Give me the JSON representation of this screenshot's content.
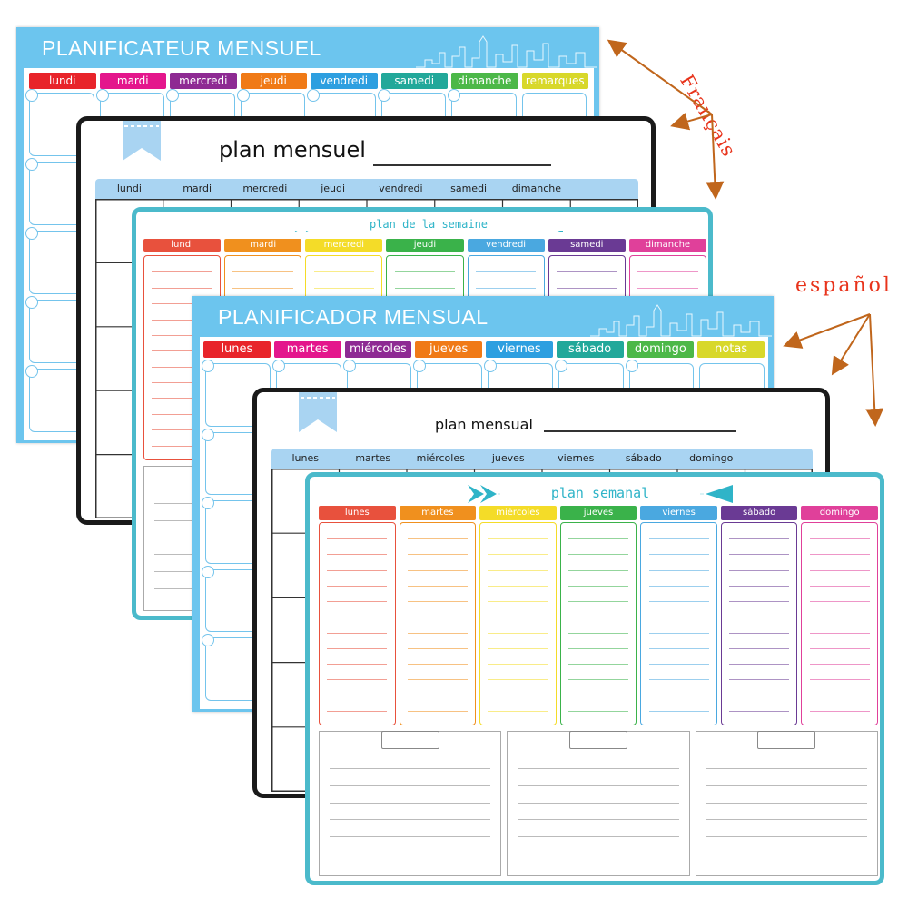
{
  "french": {
    "annotation": "Français",
    "monthly_title": "PLANIFICATEUR MENSUEL",
    "monthly_days": [
      {
        "label": "lundi",
        "color": "#e8242a"
      },
      {
        "label": "mardi",
        "color": "#e4168c"
      },
      {
        "label": "mercredi",
        "color": "#8e2a93"
      },
      {
        "label": "jeudi",
        "color": "#f07a16"
      },
      {
        "label": "vendredi",
        "color": "#2d9fe0"
      },
      {
        "label": "samedi",
        "color": "#22a89a"
      },
      {
        "label": "dimanche",
        "color": "#4cb848"
      },
      {
        "label": "remarques",
        "color": "#d8d82a"
      }
    ],
    "plan_title": "plan mensuel",
    "plan_days": [
      "lundi",
      "mardi",
      "mercredi",
      "jeudi",
      "vendredi",
      "samedi",
      "dimanche"
    ],
    "week_title": "plan de la semaine",
    "week_days": [
      {
        "label": "lundi",
        "color": "#e8513d"
      },
      {
        "label": "mardi",
        "color": "#f0901e"
      },
      {
        "label": "mercredi",
        "color": "#f4dc28"
      },
      {
        "label": "jeudi",
        "color": "#3ab24a"
      },
      {
        "label": "vendredi",
        "color": "#4aa8e0"
      },
      {
        "label": "samedi",
        "color": "#6a3a94"
      },
      {
        "label": "dimanche",
        "color": "#e0409a"
      }
    ]
  },
  "spanish": {
    "annotation": "español",
    "monthly_title": "PLANIFICADOR MENSUAL",
    "monthly_days": [
      {
        "label": "lunes",
        "color": "#e8242a"
      },
      {
        "label": "martes",
        "color": "#e4168c"
      },
      {
        "label": "miércoles",
        "color": "#8e2a93"
      },
      {
        "label": "jueves",
        "color": "#f07a16"
      },
      {
        "label": "viernes",
        "color": "#2d9fe0"
      },
      {
        "label": "sábado",
        "color": "#22a89a"
      },
      {
        "label": "domingo",
        "color": "#4cb848"
      },
      {
        "label": "notas",
        "color": "#d8d82a"
      }
    ],
    "plan_title": "plan mensual",
    "plan_days": [
      "lunes",
      "martes",
      "miércoles",
      "jueves",
      "viernes",
      "sábado",
      "domingo"
    ],
    "week_title": "plan semanal",
    "week_days": [
      {
        "label": "lunes",
        "color": "#e8513d"
      },
      {
        "label": "martes",
        "color": "#f0901e"
      },
      {
        "label": "miércoles",
        "color": "#f4dc28"
      },
      {
        "label": "jueves",
        "color": "#3ab24a"
      },
      {
        "label": "viernes",
        "color": "#4aa8e0"
      },
      {
        "label": "sábado",
        "color": "#6a3a94"
      },
      {
        "label": "domingo",
        "color": "#e0409a"
      }
    ]
  },
  "colors": {
    "annotation": "#e8341c",
    "arrow": "#c0661c",
    "monthly_band": "#6cc5ee",
    "weekly_border": "#4bbacb",
    "plan_header": "#a9d4f2"
  }
}
